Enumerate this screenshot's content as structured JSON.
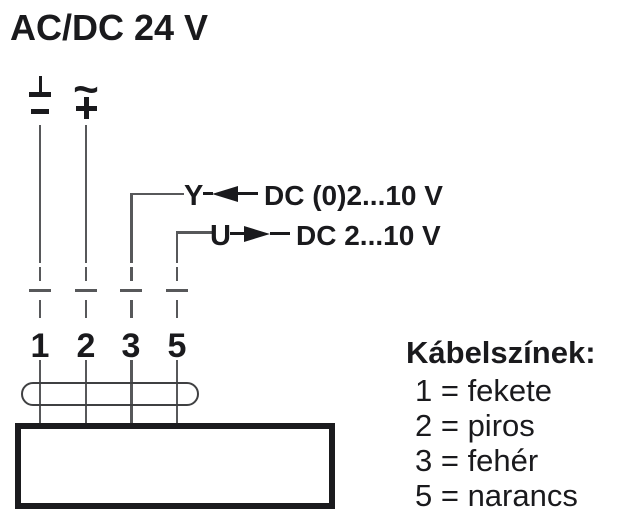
{
  "title": "AC/DC 24 V",
  "power": {
    "ac_symbol": "~",
    "ground_icon": "ground-icon",
    "minus_icon": "minus-icon",
    "plus_icon": "plus-icon"
  },
  "signals": [
    {
      "port": "Y",
      "arrow": "left-arrow-icon",
      "value": "DC (0)2...10 V"
    },
    {
      "port": "U",
      "arrow": "right-arrow-icon",
      "value": "DC 2...10 V"
    }
  ],
  "terminals": [
    "1",
    "2",
    "3",
    "5"
  ],
  "legend": {
    "title": "Kábelszínek:",
    "items": [
      "1 = fekete",
      "2 = piros",
      "3 = fehér",
      "5 = narancs"
    ]
  },
  "colors": {
    "wire": "#57585a",
    "ink": "#1a1a1d"
  }
}
